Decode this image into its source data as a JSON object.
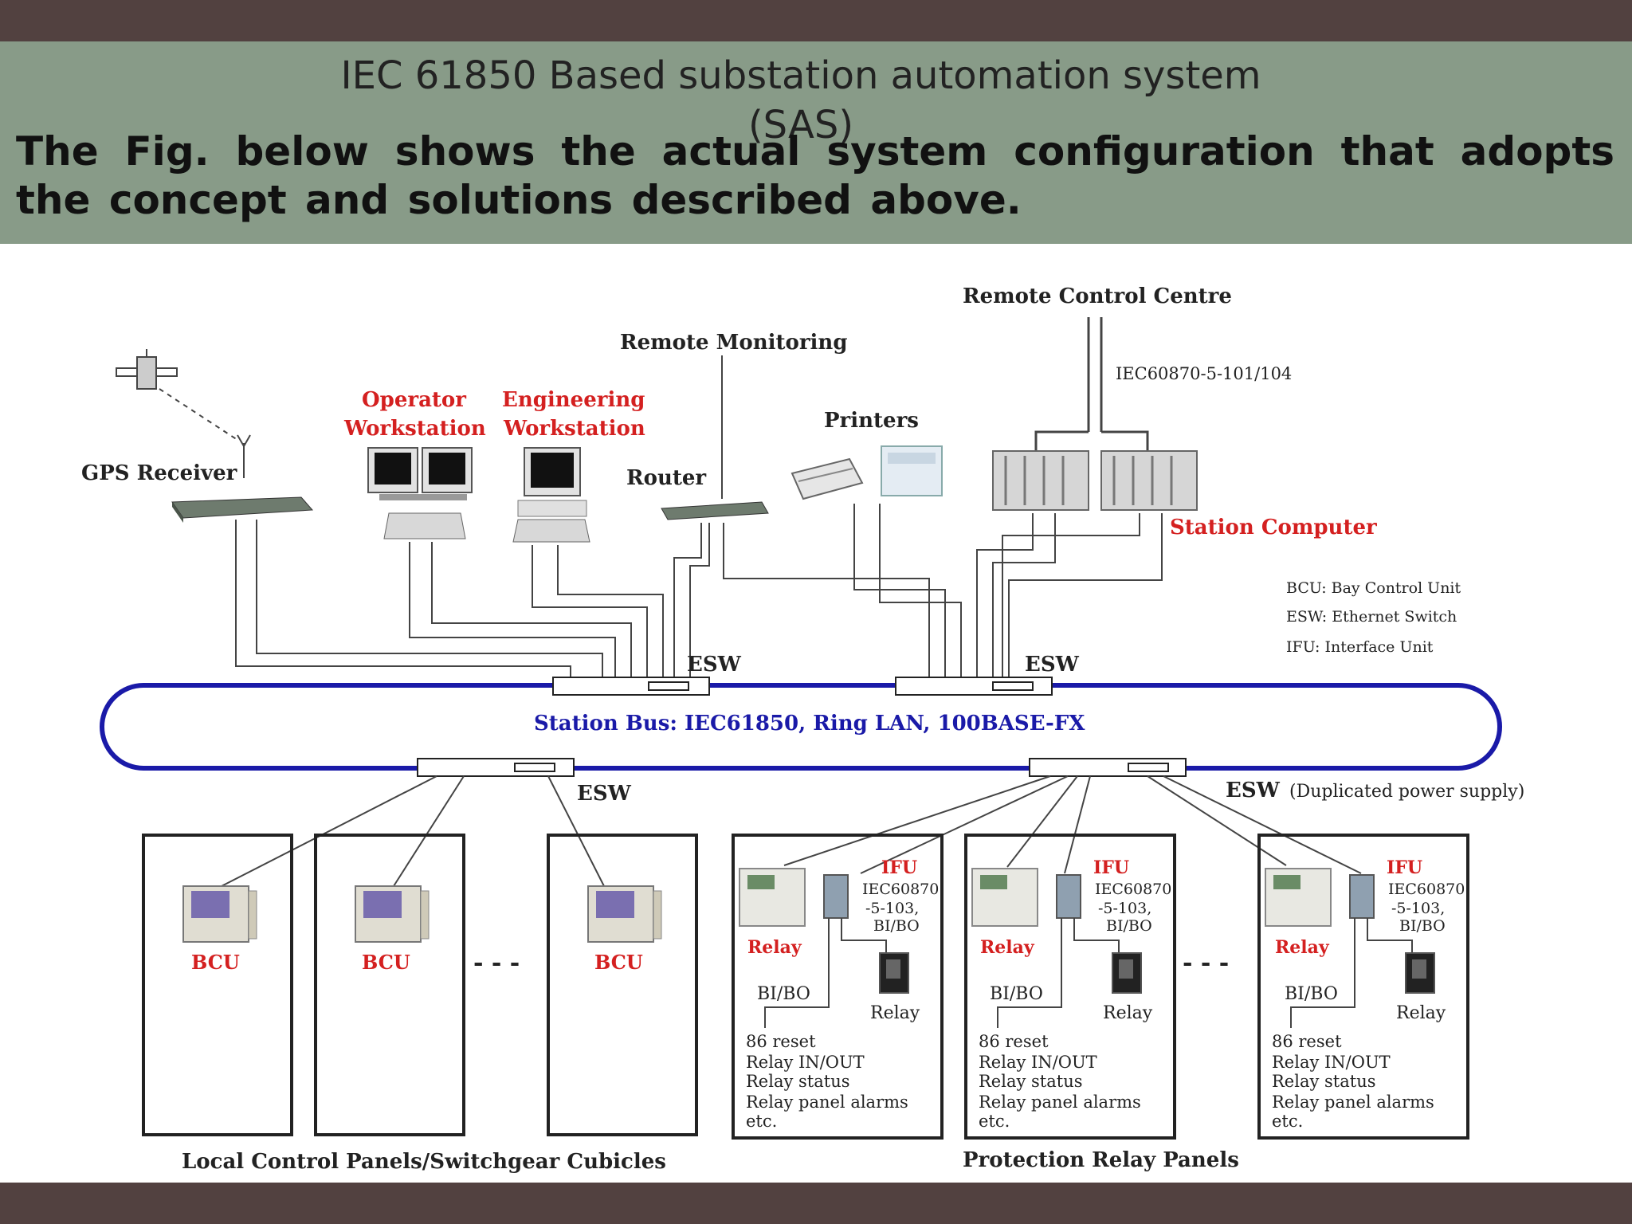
{
  "slide": {
    "title": "IEC 61850 Based substation automation system (SAS)",
    "intro": "The Fig. below shows the actual system configuration that adopts the concept and solutions described above."
  },
  "colors": {
    "header_bg": "#889b88",
    "frame_bar": "#524140",
    "ring_bus": "#1a1aa8",
    "red_label": "#d42020"
  },
  "diagram": {
    "remote_control_centre": "Remote Control Centre",
    "protocol_101_104": "IEC60870-5-101/104",
    "remote_monitoring": "Remote Monitoring",
    "operator_workstation": [
      "Operator",
      "Workstation"
    ],
    "engineering_workstation": [
      "Engineering",
      "Workstation"
    ],
    "printers": "Printers",
    "router": "Router",
    "gps_receiver": "GPS Receiver",
    "station_computer": "Station Computer",
    "legend": [
      "BCU: Bay Control Unit",
      "ESW: Ethernet Switch",
      "IFU: Interface Unit"
    ],
    "esw": "ESW",
    "esw_duplicated": "ESW",
    "duplicated_power": "(Duplicated power supply)",
    "station_bus": "Station Bus: IEC61850, Ring LAN, 100BASE-FX",
    "bcu": "BCU",
    "dashes": "- - -",
    "ifu": "IFU",
    "ifu_protocol": [
      "IEC60870",
      "-5-103,",
      "BI/BO"
    ],
    "relay": "Relay",
    "bibo": "BI/BO",
    "relay_signals": [
      "86 reset",
      "Relay IN/OUT",
      "Relay status",
      "Relay panel alarms",
      "etc."
    ],
    "local_panels": "Local Control Panels/Switchgear Cubicles",
    "protection_panels": "Protection Relay Panels"
  }
}
